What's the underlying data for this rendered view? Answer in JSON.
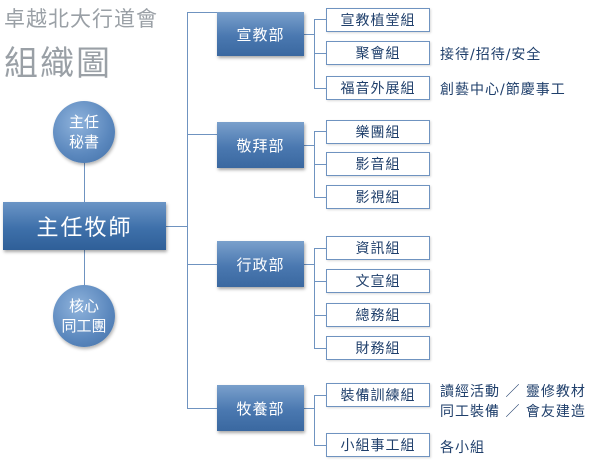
{
  "title": {
    "line1": "卓越北大行道會",
    "line2": "組織圖"
  },
  "main": {
    "label": "主任牧師"
  },
  "side_circles": [
    {
      "line1": "主任",
      "line2": "秘書"
    },
    {
      "line1": "核心",
      "line2": "同工團"
    }
  ],
  "departments": [
    {
      "label": "宣教部",
      "groups": [
        {
          "label": "宣教植堂組",
          "note": ""
        },
        {
          "label": "聚會組",
          "note": "接待/招待/安全"
        },
        {
          "label": "福音外展組",
          "note": "創藝中心/節慶事工"
        }
      ]
    },
    {
      "label": "敬拜部",
      "groups": [
        {
          "label": "樂團組",
          "note": ""
        },
        {
          "label": "影音組",
          "note": ""
        },
        {
          "label": "影視組",
          "note": ""
        }
      ]
    },
    {
      "label": "行政部",
      "groups": [
        {
          "label": "資訊組",
          "note": ""
        },
        {
          "label": "文宣組",
          "note": ""
        },
        {
          "label": "總務組",
          "note": ""
        },
        {
          "label": "財務組",
          "note": ""
        }
      ]
    },
    {
      "label": "牧養部",
      "groups": [
        {
          "label": "裝備訓練組",
          "note": "讀經活動 ／ 靈修教材",
          "note2": "同工裝備 ／ 會友建造"
        },
        {
          "label": "小組事工組",
          "note": "各小組"
        }
      ]
    }
  ],
  "colors": {
    "main_fill": "#3e70aa",
    "dept_fill": "#4a78b0",
    "line": "#6f93c0",
    "group_text": "#1f3f6b",
    "title_text": "#9aa0a6"
  }
}
